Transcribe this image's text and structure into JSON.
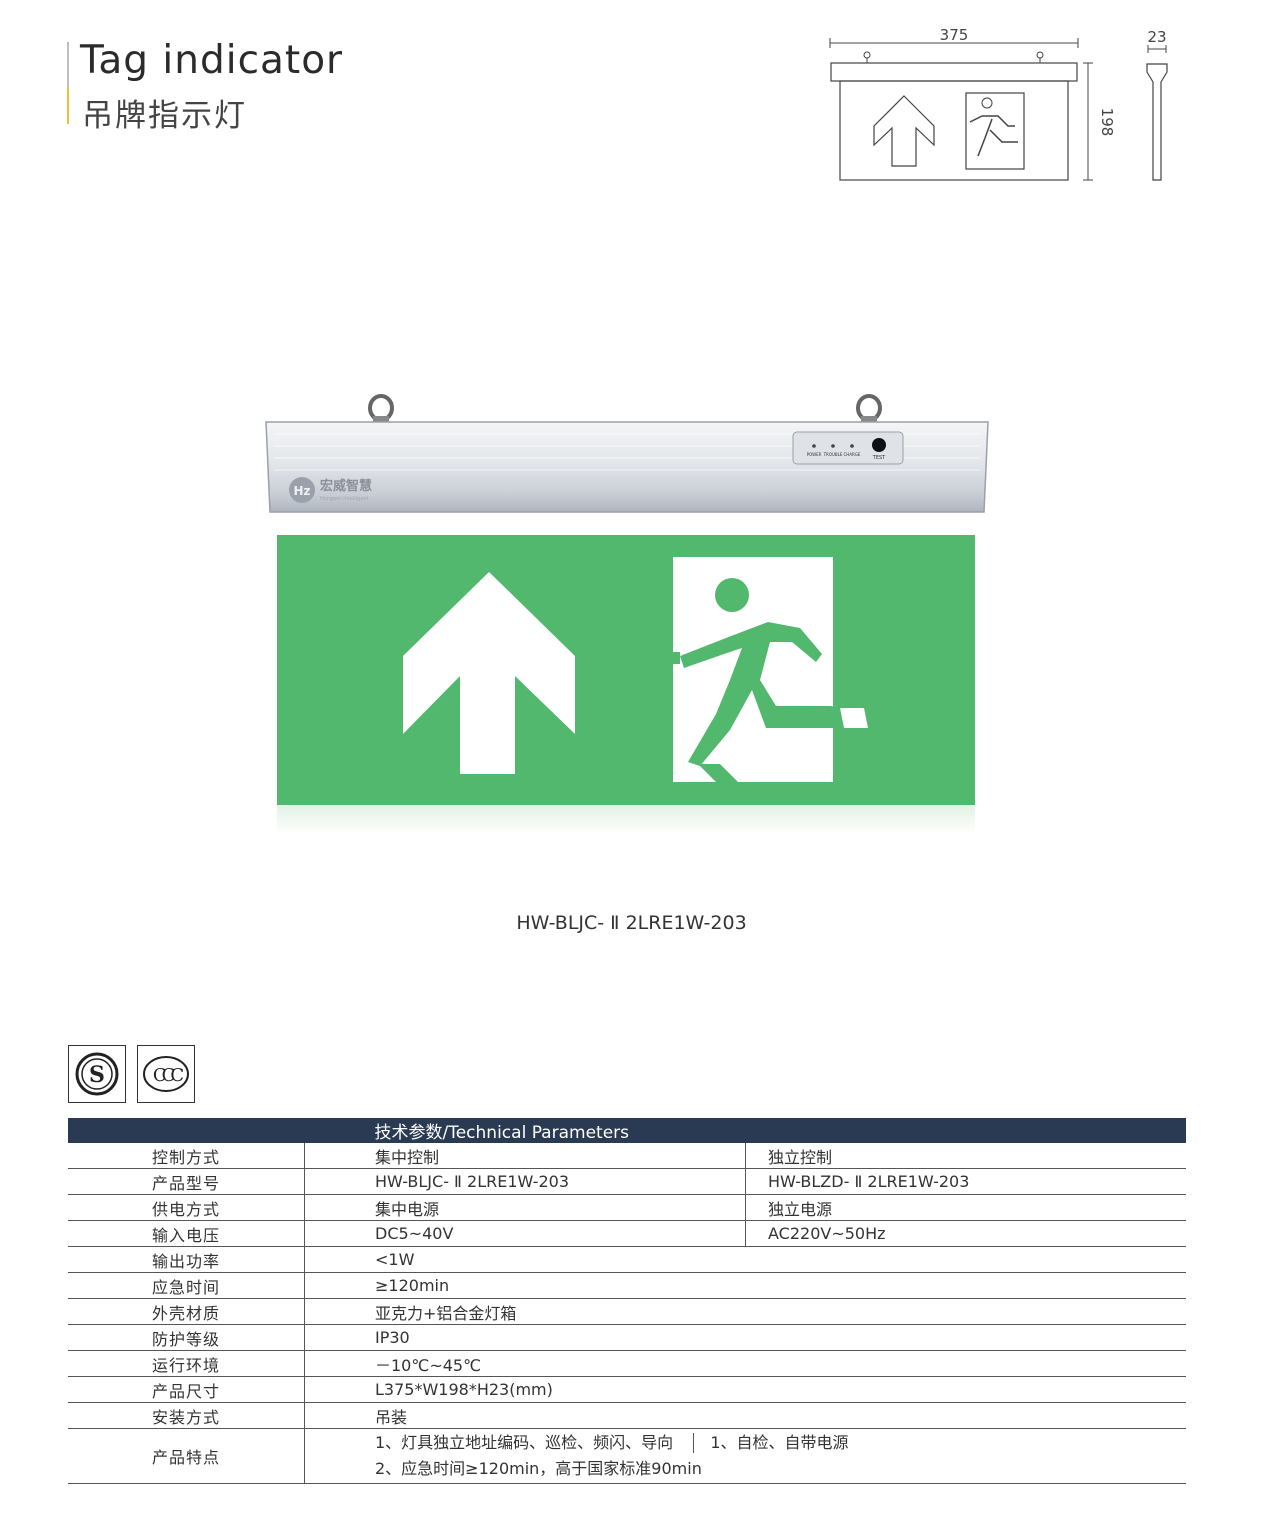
{
  "header": {
    "title_en": "Tag indicator",
    "title_cn": "吊牌指示灯"
  },
  "drawing": {
    "width_label": "375",
    "height_label": "198",
    "depth_label": "23"
  },
  "product": {
    "brand_text": "宏威智慧",
    "brand_sub": "Hongwei Intelligent",
    "panel_labels": [
      "POWER",
      "TROUBLE",
      "CHARGE",
      "TEST"
    ],
    "sign_color": "#52b86e",
    "model_caption": "HW-BLJC- Ⅱ 2LRE1W-203"
  },
  "certs": [
    "s-mark-icon",
    "ccc-icon"
  ],
  "table": {
    "header": "技术参数/Technical Parameters",
    "header_color": "#2a3a52",
    "rows": [
      {
        "label": "控制方式",
        "v1": "集中控制",
        "v2": "独立控制"
      },
      {
        "label": "产品型号",
        "v1": "HW-BLJC- Ⅱ 2LRE1W-203",
        "v2": "HW-BLZD- Ⅱ 2LRE1W-203"
      },
      {
        "label": "供电方式",
        "v1": "集中电源",
        "v2": "独立电源"
      },
      {
        "label": "输入电压",
        "v1": "DC5~40V",
        "v2": "AC220V~50Hz"
      },
      {
        "label": "输出功率",
        "v1": "<1W"
      },
      {
        "label": "应急时间",
        "v1": "≥120min"
      },
      {
        "label": "外壳材质",
        "v1": "亚克力+铝合金灯箱"
      },
      {
        "label": "防护等级",
        "v1": "IP30"
      },
      {
        "label": "运行环境",
        "v1": "－10℃~45℃"
      },
      {
        "label": "产品尺寸",
        "v1": "L375*W198*H23(mm)"
      },
      {
        "label": "安装方式",
        "v1": "吊装"
      }
    ],
    "features": {
      "label": "产品特点",
      "line1_a": "1、灯具独立地址编码、巡检、频闪、导向",
      "line1_b": "1、自检、自带电源",
      "line2": "2、应急时间≥120min，高于国家标准90min"
    }
  }
}
